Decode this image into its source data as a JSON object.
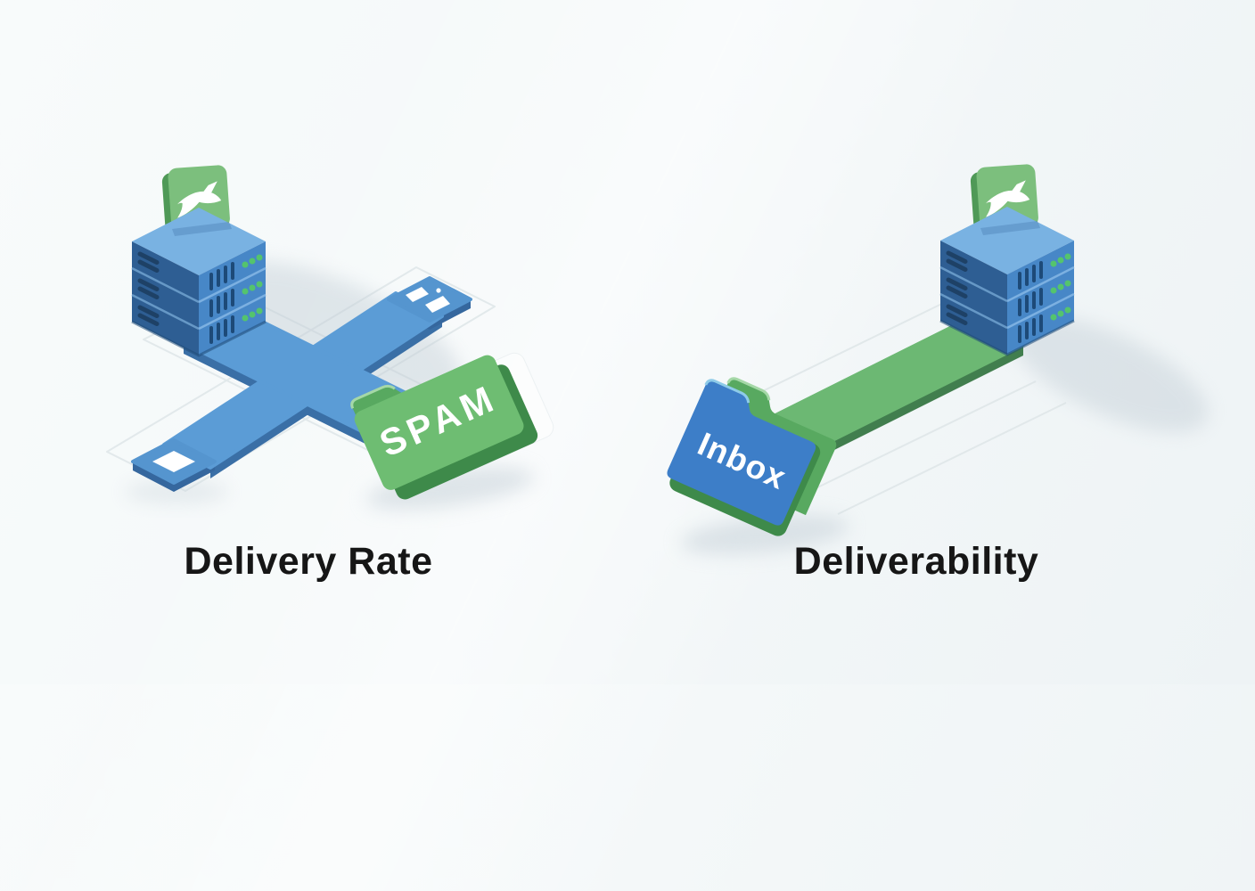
{
  "left": {
    "title": "Delivery Rate",
    "folder_label": "SPAM"
  },
  "right": {
    "title": "Deliverability",
    "folder_label": "Inbox"
  },
  "icons": {
    "badge": "bird-icon",
    "delivered": "envelope-icon",
    "bounced": "broken-envelope-icon",
    "left_folder": "spam-folder",
    "right_folder": "inbox-folder"
  },
  "colors": {
    "background": "#f3f7f8",
    "server_top": "#79b2e2",
    "server_right": "#4787c7",
    "server_left": "#2e5e93",
    "path_blue": "#5b9cd6",
    "path_blue_edge": "#3a6fa6",
    "path_green": "#6cb873",
    "path_green_edge": "#417e4e",
    "folder_green_front": "#6ebd72",
    "folder_green_back": "#58a960",
    "folder_green_dark": "#3e8a4a",
    "inbox_front_blue": "#3d7ec8",
    "badge_green": "#7cbf7d",
    "led_green": "#54c46d",
    "title_text": "#161616"
  }
}
